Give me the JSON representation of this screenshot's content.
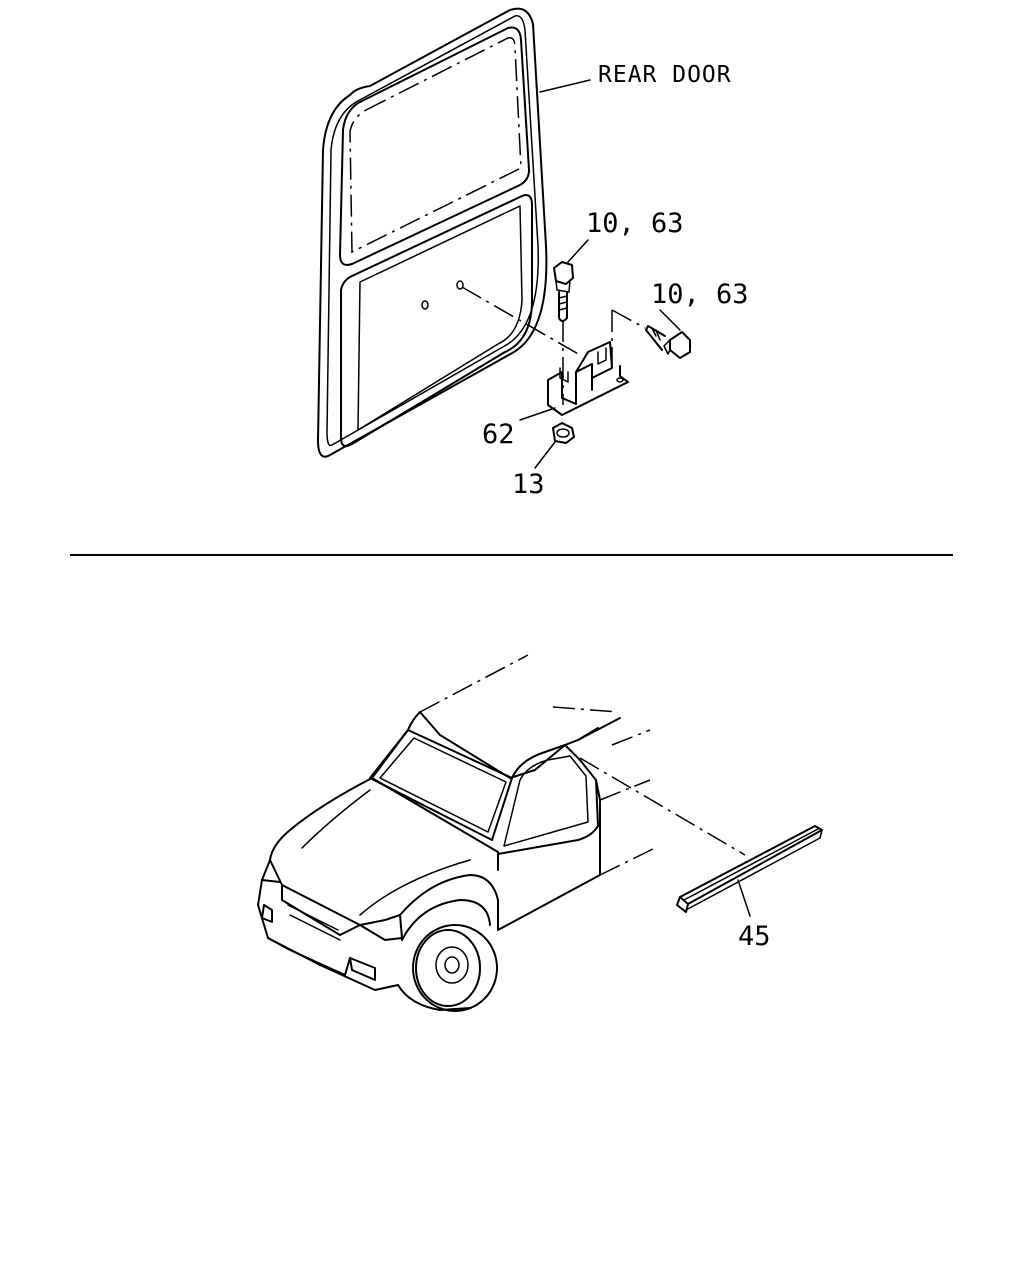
{
  "labels": {
    "rear_door": "REAR DOOR",
    "bolt_top": "10, 63",
    "bolt_side": "10, 63",
    "bracket": "62",
    "nut": "13",
    "molding": "45"
  }
}
